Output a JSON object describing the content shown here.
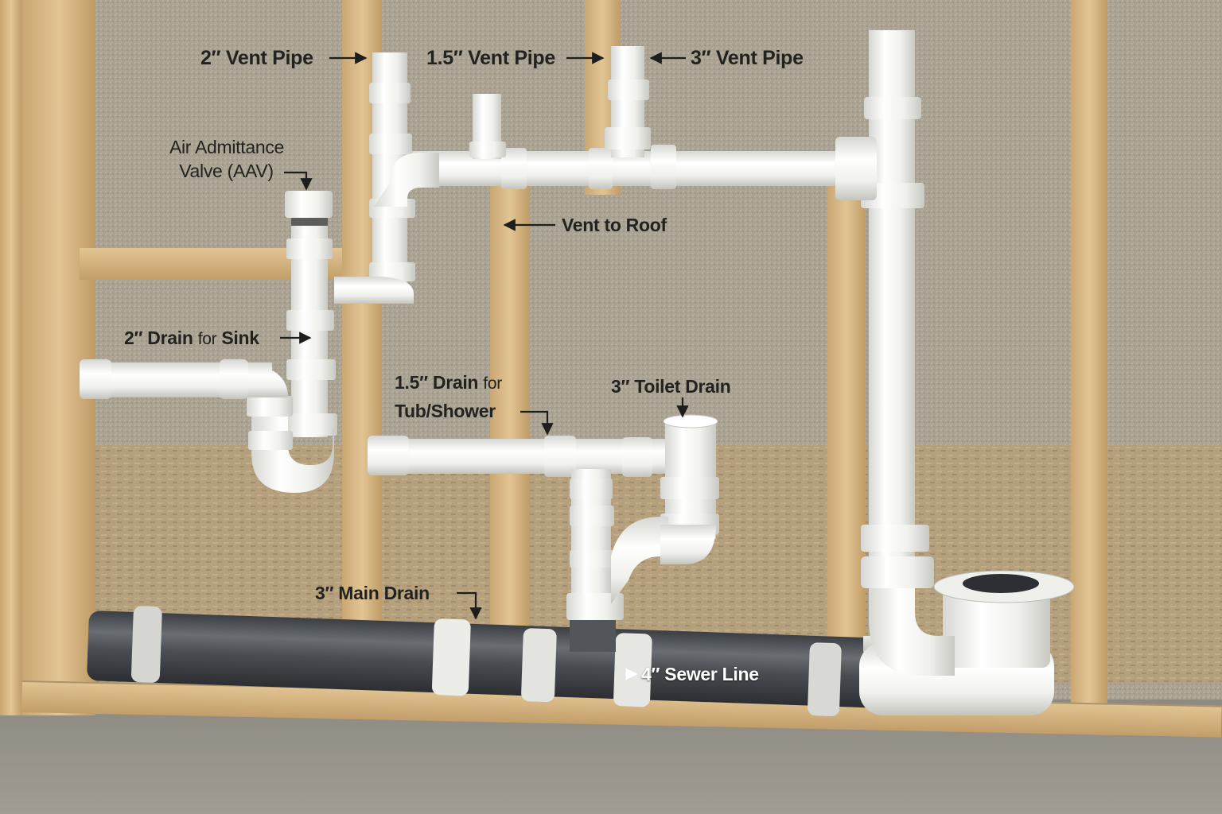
{
  "diagram": {
    "subject": "Bathroom rough-in plumbing: drain, waste and vent (DWV) layout inside an open stud wall",
    "colors": {
      "wall_board": "#a9a292",
      "osb_lower": "#b89e75",
      "stud_wood": "#d8b783",
      "pvc_white": "#f2f2ef",
      "sewer_pipe": "#4a4d52",
      "concrete_floor": "#9a968d",
      "label_text": "#22221f"
    },
    "labels": {
      "vent_2in": "2″ Vent Pipe",
      "vent_1_5in": "1.5″ Vent Pipe",
      "vent_3in": "3″ Vent Pipe",
      "aav_line1": "Air Admittance",
      "aav_line2": "Valve (AAV)",
      "vent_to_roof": "Vent to Roof",
      "sink_drain_size": "2″ Drain",
      "sink_drain_for": "for",
      "sink_drain_fixture": "Sink",
      "tub_drain_size": "1.5″ Drain",
      "tub_drain_for": "for",
      "tub_drain_fixture": "Tub/Shower",
      "toilet_drain": "3″ Toilet Drain",
      "main_drain": "3″ Main Drain",
      "sewer_line": "4″ Sewer Line"
    },
    "components": [
      {
        "name": "2-inch vent pipe",
        "location": "upper left vertical stack"
      },
      {
        "name": "1.5-inch vent pipe",
        "location": "top center riser"
      },
      {
        "name": "3-inch vent pipe",
        "location": "top center riser"
      },
      {
        "name": "Air admittance valve",
        "location": "top of sink drain stack"
      },
      {
        "name": "Vent to roof",
        "location": "horizontal vent header"
      },
      {
        "name": "2-inch sink drain with P-trap",
        "location": "left side"
      },
      {
        "name": "1.5-inch tub/shower drain",
        "location": "center horizontal"
      },
      {
        "name": "3-inch toilet drain",
        "location": "center-right riser"
      },
      {
        "name": "Toilet closet flange",
        "location": "lower right"
      },
      {
        "name": "3-inch main drain / 4-inch sewer line",
        "location": "bottom horizontal dark pipe"
      }
    ]
  }
}
